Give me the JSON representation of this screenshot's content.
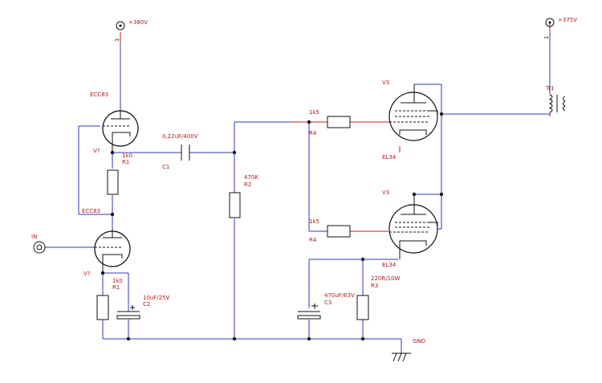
{
  "labels": {
    "supply_preamp": "+380V",
    "supply_output": "+375V",
    "supply_pin_pre": "1",
    "supply_pin_out": "1",
    "tube1": "ECC83",
    "tube2": "ECC83",
    "tube1_ref": "V?",
    "tube2_ref": "V?",
    "input": "IN",
    "ground": "GND",
    "r1_top_val": "1k0",
    "r1_top_ref": "R1",
    "r1_bot_val": "1k0",
    "r1_bot_ref": "R1",
    "c1_val": "0,22uF/400V",
    "c1_ref": "C1",
    "c2_val": "10uF/25V",
    "c2_ref": "C2",
    "r2_val": "470K",
    "r2_ref": "R2",
    "r4_top_val": "1k5",
    "r4_top_ref": "R4",
    "r4_bot_val": "1k5",
    "r4_bot_ref": "R4",
    "v3_top": "V3",
    "v3_bot": "V3",
    "el34_top": "EL34",
    "el34_bot": "EL34",
    "c3_val": "470uF/63V",
    "c3_ref": "C3",
    "r3_val": "220R/10W",
    "r3_ref": "R3",
    "tr1": "Tr1"
  }
}
